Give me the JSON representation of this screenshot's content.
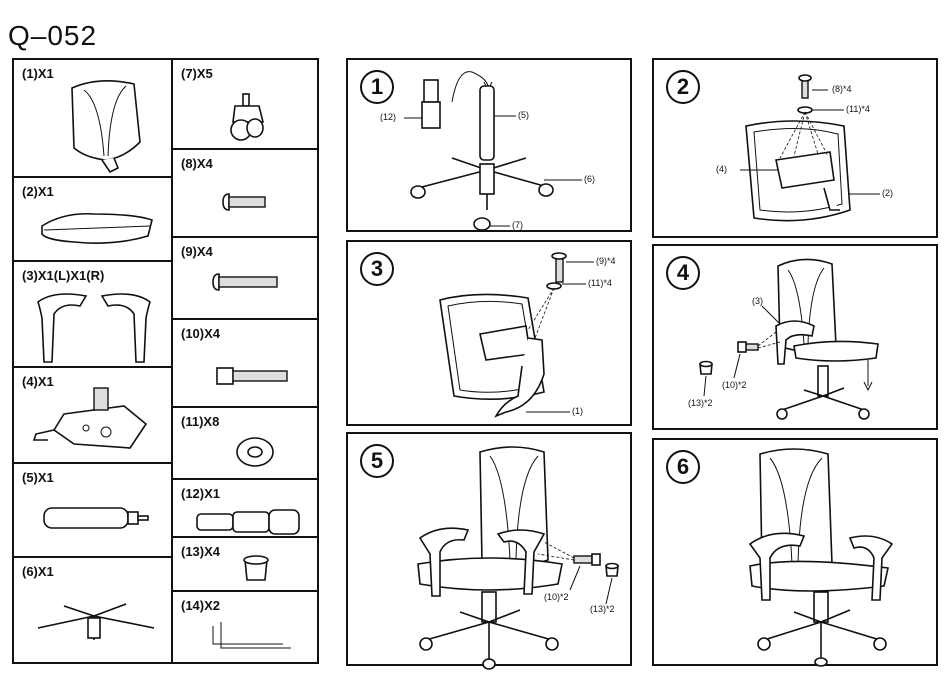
{
  "title": "Q–052",
  "parts": [
    {
      "label": "(1)X1",
      "icon": "backrest-icon"
    },
    {
      "label": "(2)X1",
      "icon": "seat-cushion-icon"
    },
    {
      "label": "(3)X1(L)X1(R)",
      "icon": "armrests-icon"
    },
    {
      "label": "(4)X1",
      "icon": "mechanism-plate-icon"
    },
    {
      "label": "(5)X1",
      "icon": "gas-cylinder-icon"
    },
    {
      "label": "(6)X1",
      "icon": "star-base-icon"
    },
    {
      "label": "(7)X5",
      "icon": "caster-icon"
    },
    {
      "label": "(8)X4",
      "icon": "bolt-short-icon"
    },
    {
      "label": "(9)X4",
      "icon": "bolt-long-icon"
    },
    {
      "label": "(10)X4",
      "icon": "bolt-hex-icon"
    },
    {
      "label": "(11)X8",
      "icon": "washer-icon"
    },
    {
      "label": "(12)X1",
      "icon": "cylinder-cover-icon"
    },
    {
      "label": "(13)X4",
      "icon": "cap-icon"
    },
    {
      "label": "(14)X2",
      "icon": "allen-key-icon"
    }
  ],
  "steps": [
    {
      "number": "1",
      "callouts": [
        "(12)",
        "(5)",
        "(6)",
        "(7)"
      ]
    },
    {
      "number": "2",
      "callouts": [
        "(8)*4",
        "(11)*4",
        "(4)",
        "(2)"
      ]
    },
    {
      "number": "3",
      "callouts": [
        "(9)*4",
        "(11)*4",
        "(1)"
      ]
    },
    {
      "number": "4",
      "callouts": [
        "(3)",
        "(10)*2",
        "(13)*2"
      ]
    },
    {
      "number": "5",
      "callouts": [
        "(10)*2",
        "(13)*2"
      ]
    },
    {
      "number": "6",
      "callouts": []
    }
  ]
}
